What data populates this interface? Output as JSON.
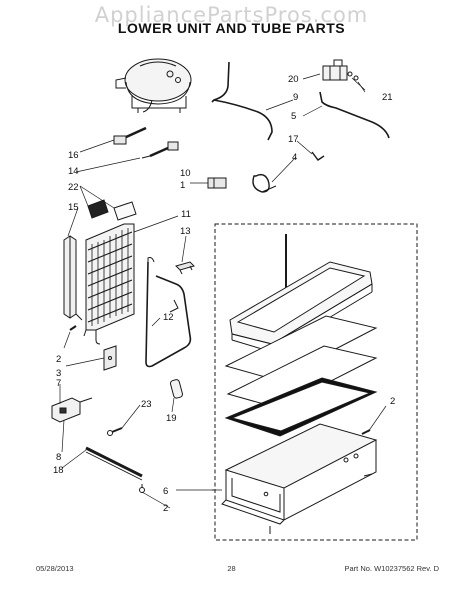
{
  "watermark": "AppliancePartsPros.com",
  "title": "LOWER UNIT AND TUBE PARTS",
  "callouts": {
    "c1": "1",
    "c2a": "2",
    "c2b": "2",
    "c2c": "2",
    "c3": "3",
    "c4": "4",
    "c5": "5",
    "c6": "6",
    "c7": "7",
    "c8": "8",
    "c9": "9",
    "c10": "10",
    "c11": "11",
    "c12": "12",
    "c13": "13",
    "c14": "14",
    "c15": "15",
    "c16": "16",
    "c17": "17",
    "c18": "18",
    "c19": "19",
    "c20": "20",
    "c21": "21",
    "c22": "22",
    "c23": "23"
  },
  "footer": {
    "date": "05/28/2013",
    "page_number": "28",
    "part_number": "Part No.  W10237562  Rev.  D"
  }
}
